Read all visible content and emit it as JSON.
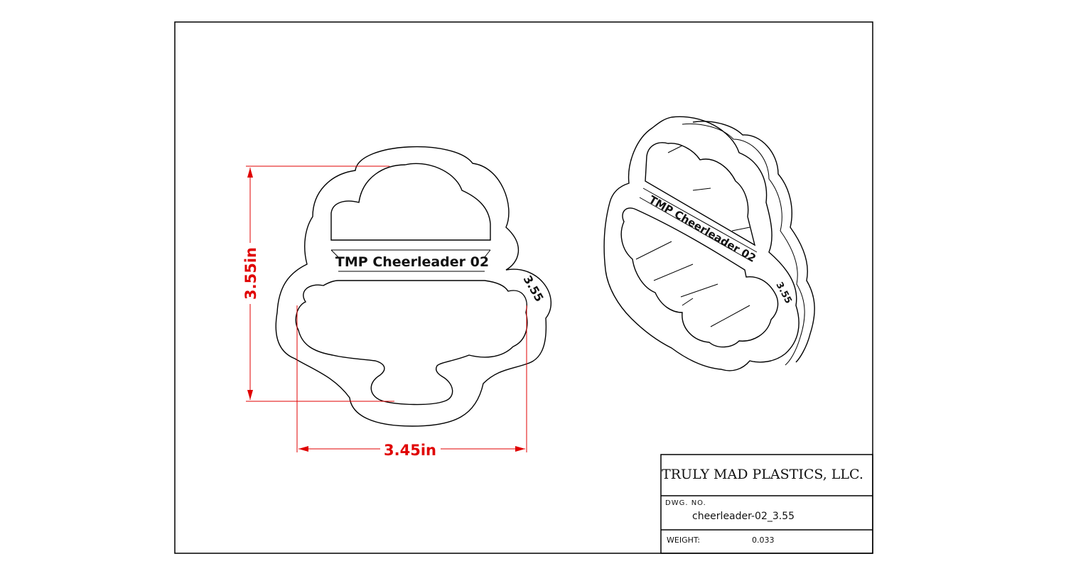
{
  "part": {
    "label": "TMP Cheerleader 02",
    "size_mark": "3.55"
  },
  "dimensions": {
    "height_label": "3.55in",
    "width_label": "3.45in"
  },
  "title_block": {
    "company": "TRULY MAD PLASTICS, LLC.",
    "dwg_no_label": "DWG.  NO.",
    "dwg_no_value": "cheerleader-02_3.55",
    "weight_label": "WEIGHT:",
    "weight_value": "0.033"
  },
  "colors": {
    "dimension": "#e00000",
    "line": "#000000"
  }
}
